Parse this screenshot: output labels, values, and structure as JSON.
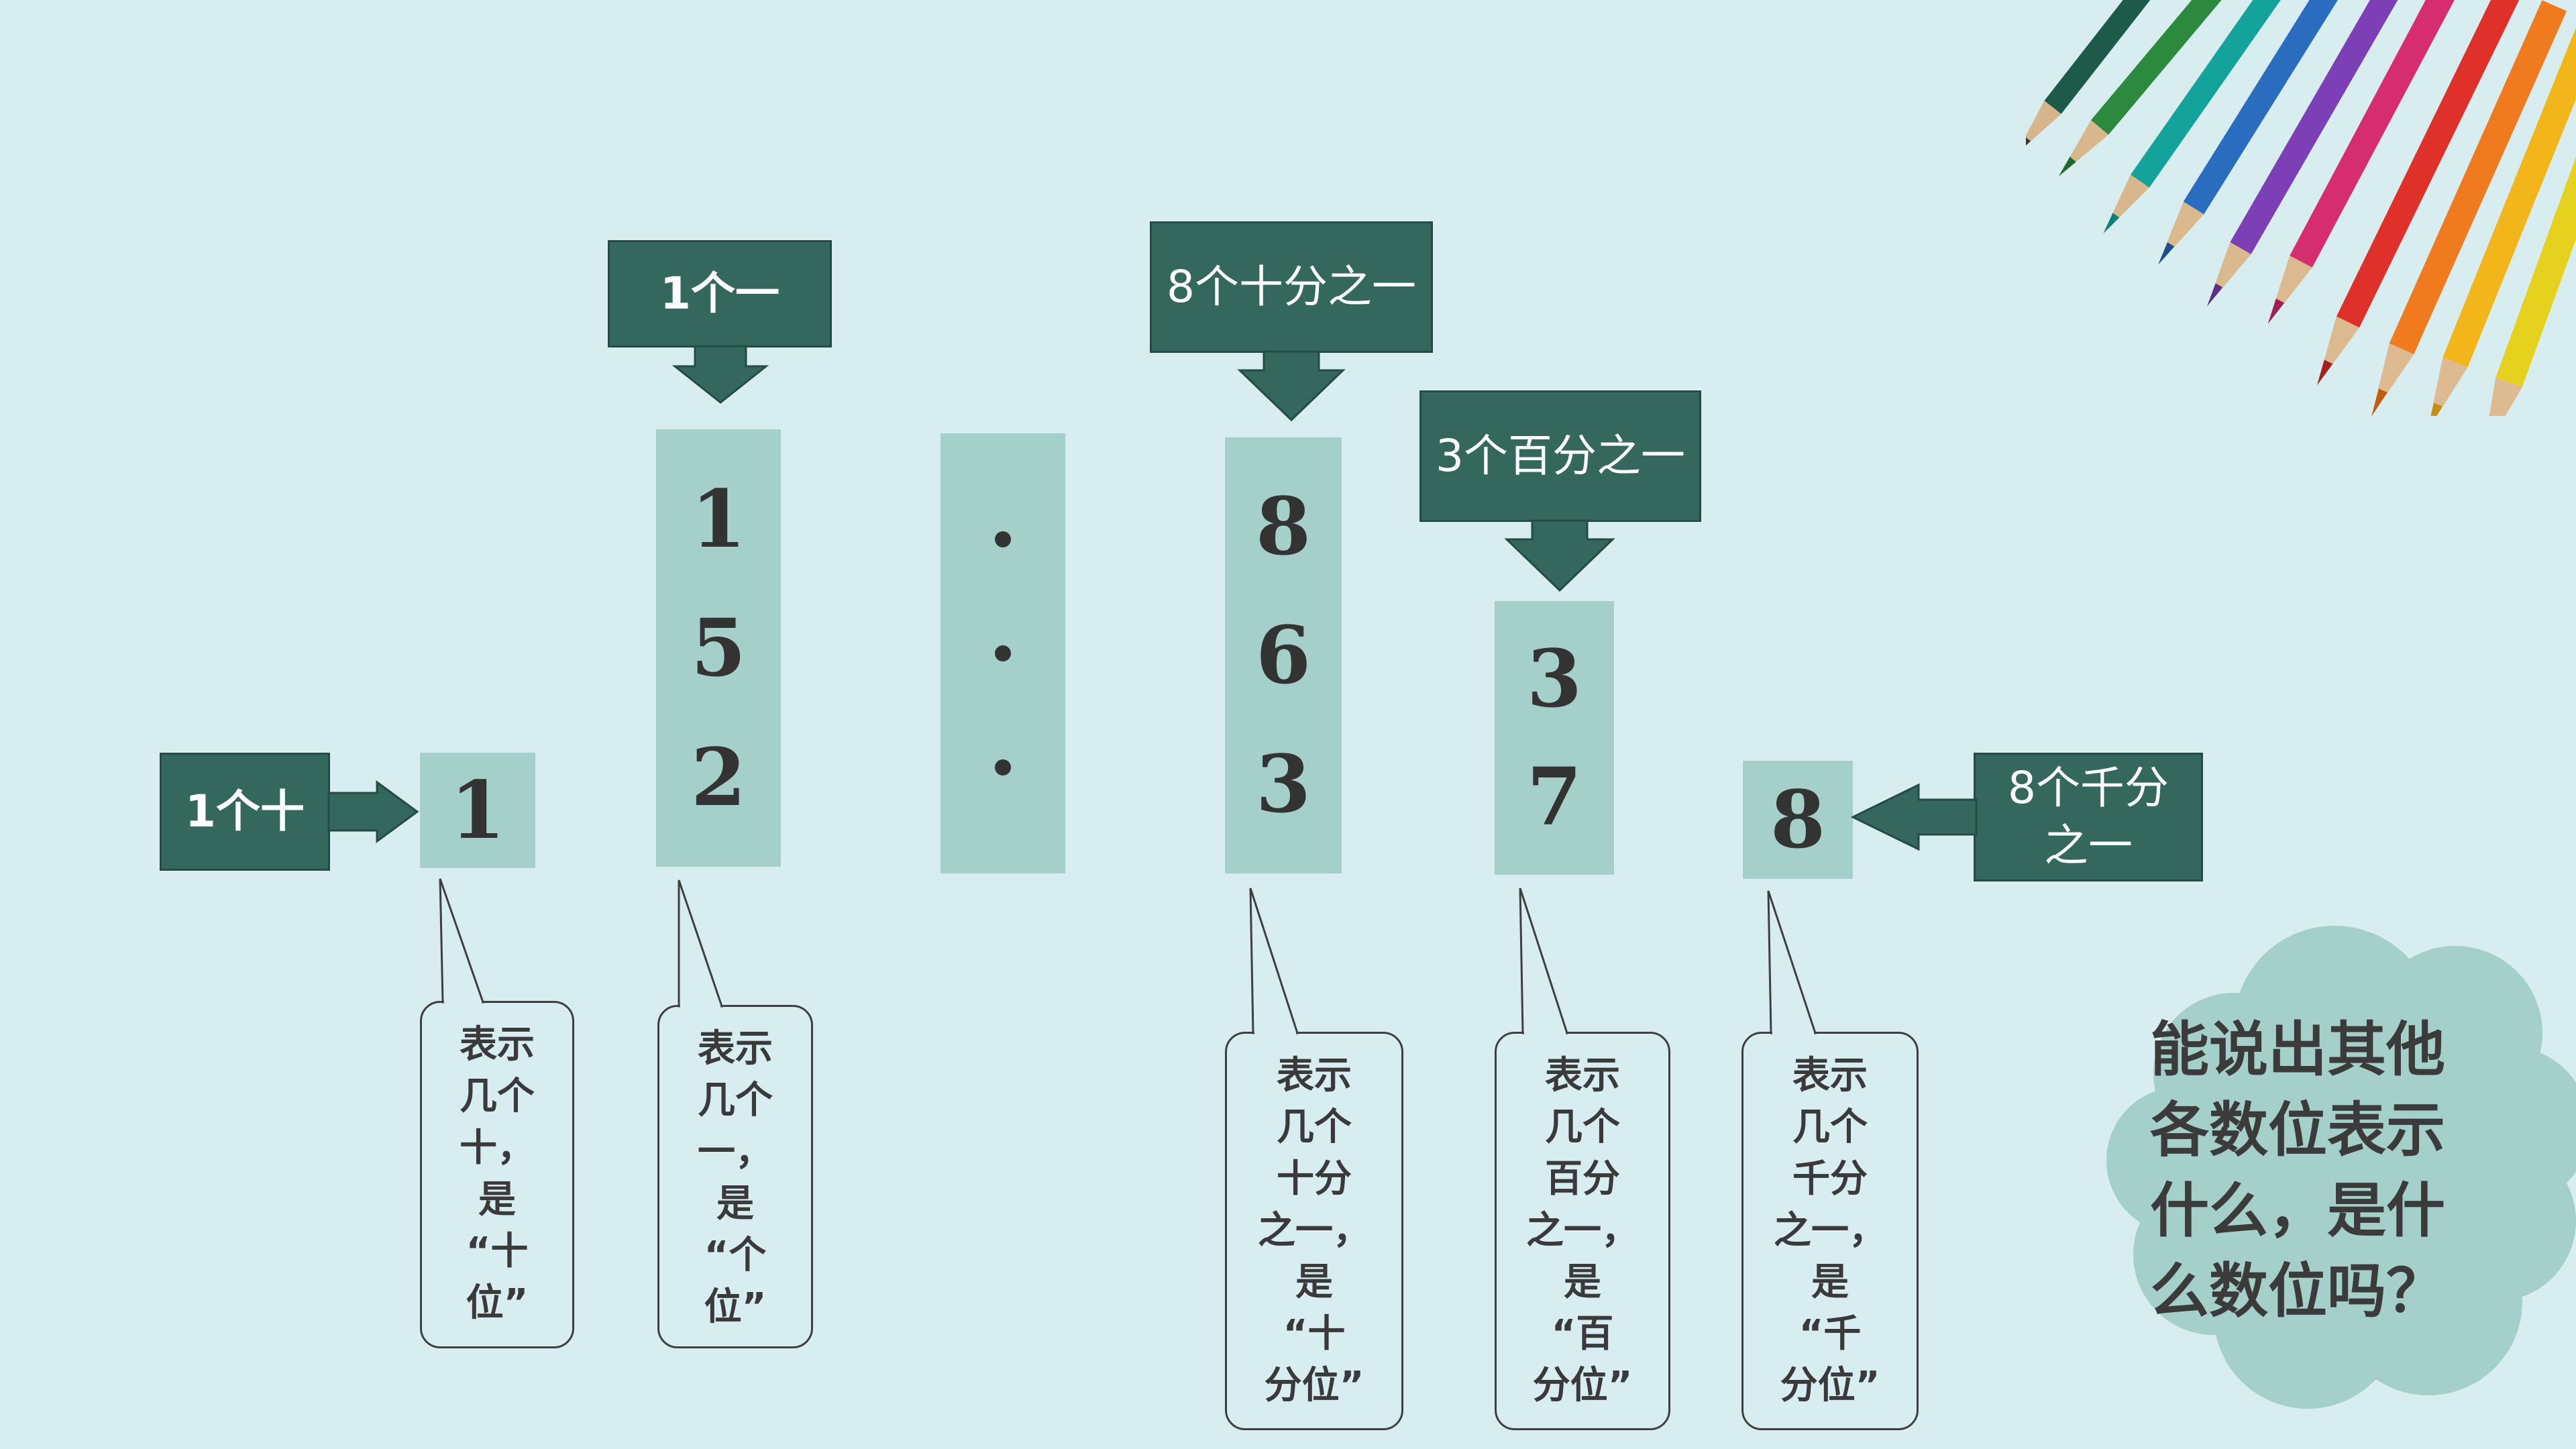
{
  "labels": {
    "ones_label": "1个十",
    "tens_label": "1个一",
    "tenths_label": "8个十分之一",
    "hundredths_label": "3个百分之一",
    "thousandths_label": "8个千分\n之一"
  },
  "columns": {
    "col_a": [
      "1"
    ],
    "col_b": [
      "1",
      "5",
      "2"
    ],
    "col_d": [
      "8",
      "6",
      "3"
    ],
    "col_e": [
      "3",
      "7"
    ],
    "col_f": [
      "8"
    ]
  },
  "callouts": {
    "c1": "表示\n几个\n十，\n是\n“十\n位”",
    "c2": "表示\n几个\n一，\n是\n“个\n位”",
    "c3": "表示\n几个\n十分\n之一，\n是\n“十\n分位”",
    "c4": "表示\n几个\n百分\n之一，\n是\n“百\n分位”",
    "c5": "表示\n几个\n千分\n之一，\n是\n“千\n分位”"
  },
  "question": "能说出其他\n各数位表示\n什么，是什\n么数位吗？",
  "colors": {
    "background": "#d8edef",
    "label_fill": "#35685c",
    "column_fill": "#a5d0ca",
    "cloud_fill": "#a5d0ca",
    "text_dark": "#333333"
  }
}
